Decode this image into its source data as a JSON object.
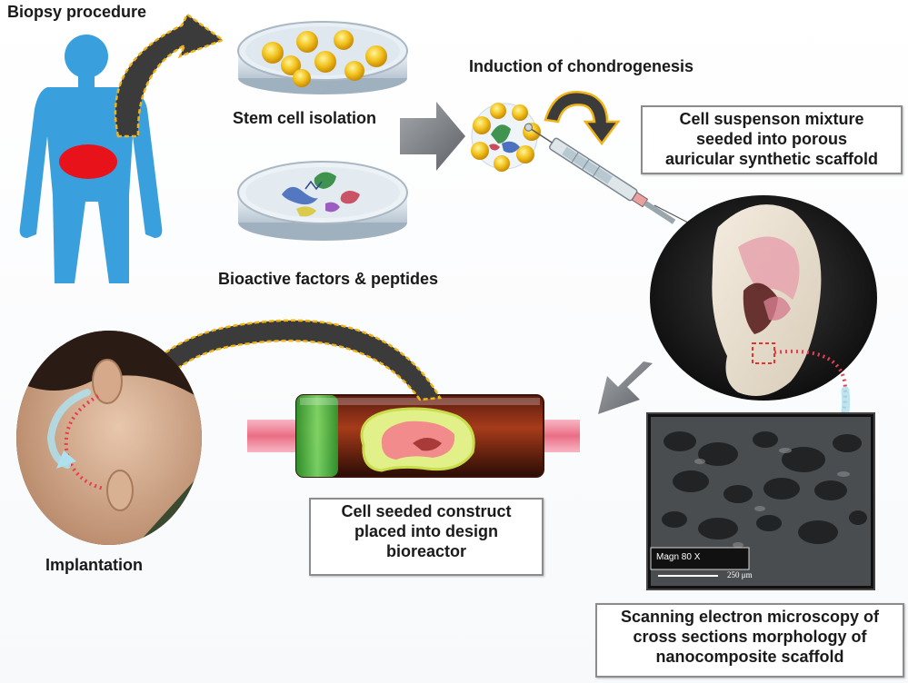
{
  "labels": {
    "biopsy": "Biopsy procedure",
    "stem_cell": "Stem cell isolation",
    "bioactive": "Bioactive factors & peptides",
    "induction": "Induction of chondrogenesis",
    "implantation": "Implantation"
  },
  "boxes": {
    "cell_suspension": [
      "Cell suspenson mixture",
      "seeded into porous",
      "auricular synthetic scaffold"
    ],
    "construct": [
      "Cell seeded construct",
      "placed into design",
      "bioreactor"
    ],
    "sem": [
      "Scanning electron microscopy of",
      "cross sections morphology of",
      "nanocomposite scaffold"
    ]
  },
  "sem_overlay": {
    "magnification": "Magn  80 X",
    "scale": "250 μm"
  },
  "colors": {
    "body": "#3aa0dd",
    "biopsy_site": "#e8121a",
    "curve_arrow_fill": "#3b3b3b",
    "curve_arrow_outline": "#f0b418",
    "flow_arrow": "#7c7f83",
    "dotted_arrow": "#e24050",
    "light_arrow": "#aee0ee"
  }
}
